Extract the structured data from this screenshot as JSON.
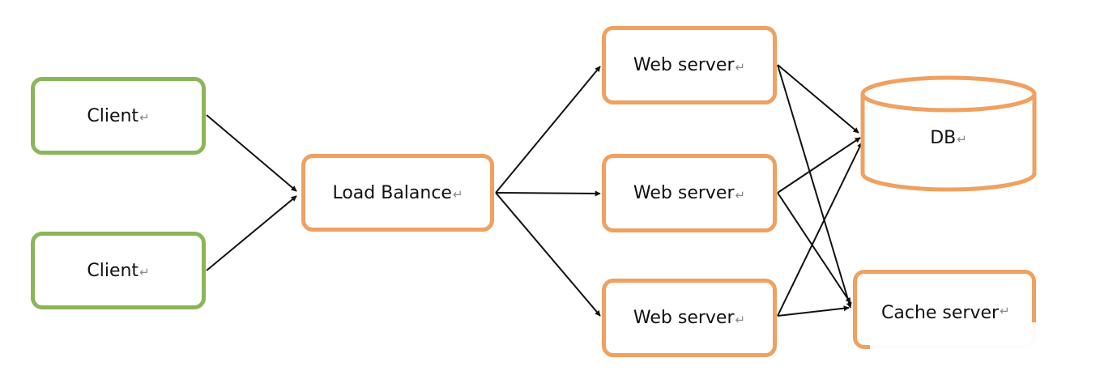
{
  "diagram": {
    "nodes": {
      "client_1": {
        "label": "Client"
      },
      "client_2": {
        "label": "Client"
      },
      "load_balance": {
        "label": "Load Balance"
      },
      "web_server_1": {
        "label": "Web server"
      },
      "web_server_2": {
        "label": "Web server"
      },
      "web_server_3": {
        "label": "Web server"
      },
      "db": {
        "label": "DB"
      },
      "cache_server": {
        "label": "Cache server"
      }
    },
    "edges": [
      {
        "from": "client_1",
        "to": "load_balance"
      },
      {
        "from": "client_2",
        "to": "load_balance"
      },
      {
        "from": "load_balance",
        "to": "web_server_1"
      },
      {
        "from": "load_balance",
        "to": "web_server_2"
      },
      {
        "from": "load_balance",
        "to": "web_server_3"
      },
      {
        "from": "web_server_1",
        "to": "db"
      },
      {
        "from": "web_server_1",
        "to": "cache_server"
      },
      {
        "from": "web_server_2",
        "to": "db"
      },
      {
        "from": "web_server_2",
        "to": "cache_server"
      },
      {
        "from": "web_server_3",
        "to": "db"
      },
      {
        "from": "web_server_3",
        "to": "cache_server"
      }
    ],
    "paragraph_mark": "↵",
    "colors": {
      "client_border": "#8ab65a",
      "server_border": "#f0a060",
      "arrow": "#111111"
    }
  }
}
